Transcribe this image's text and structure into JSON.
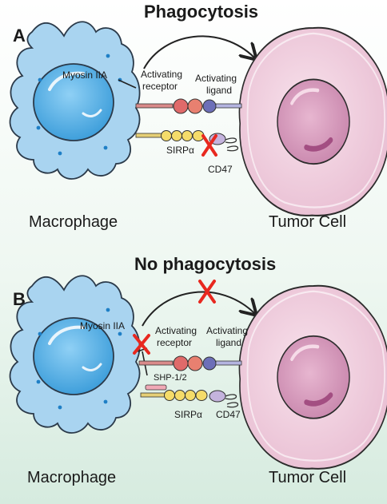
{
  "panels": [
    {
      "letter": "A",
      "title": "Phagocytosis",
      "myosin": "Myosin IIA",
      "activating_receptor": [
        "Activating",
        "receptor"
      ],
      "activating_ligand": [
        "Activating",
        "ligand"
      ],
      "sirpa": "SIRPα",
      "cd47": "CD47",
      "macrophage": "Macrophage",
      "tumor": "Tumor Cell"
    },
    {
      "letter": "B",
      "title": "No phagocytosis",
      "myosin": "Myosin IIA",
      "activating_receptor": [
        "Activating",
        "receptor"
      ],
      "activating_ligand": [
        "Activating",
        "ligand"
      ],
      "shp": "SHP-1/2",
      "sirpa": "SIRPα",
      "cd47": "CD47",
      "macrophage": "Macrophage",
      "tumor": "Tumor Cell"
    }
  ],
  "colors": {
    "background_top": "#ffffff",
    "background_bottom": "#d6ebdf",
    "macrophage_fill": "#a9d4f0",
    "nucleus_fill": "#5fb0e6",
    "tumor_fill": "#f2d3e1",
    "tumor_nucleus": "#dca4c4",
    "receptor_red": "#e06a6a",
    "ligand_blue": "#6d6fb8",
    "sirpa_yellow": "#f5dc6a",
    "cd47_purple": "#c4b3dd",
    "block_red": "#e8281f"
  }
}
